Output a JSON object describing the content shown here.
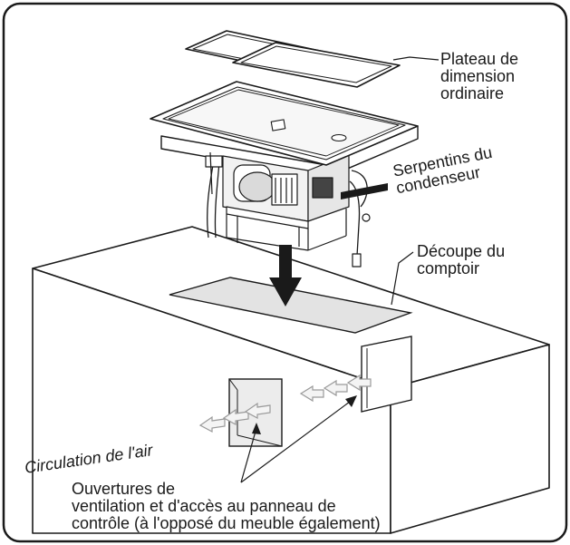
{
  "labels": {
    "tray": [
      "Plateau de",
      "dimension",
      "ordinaire"
    ],
    "coils": [
      "Serpentins du",
      "condenseur"
    ],
    "cutout": [
      "Découpe du",
      "comptoir"
    ],
    "air": "Circulation de l'air",
    "openings": [
      "Ouvertures de",
      "ventilation et d'accès au panneau de",
      "contrôle (à l'opposé du meuble également)"
    ]
  },
  "colors": {
    "line": "#1a1a1a",
    "cutout_fill": "#e3e3e3",
    "vent_fill": "#ececec",
    "arrow_fill": "#f4f4f4",
    "arrow_stroke": "#9a9a9a"
  }
}
